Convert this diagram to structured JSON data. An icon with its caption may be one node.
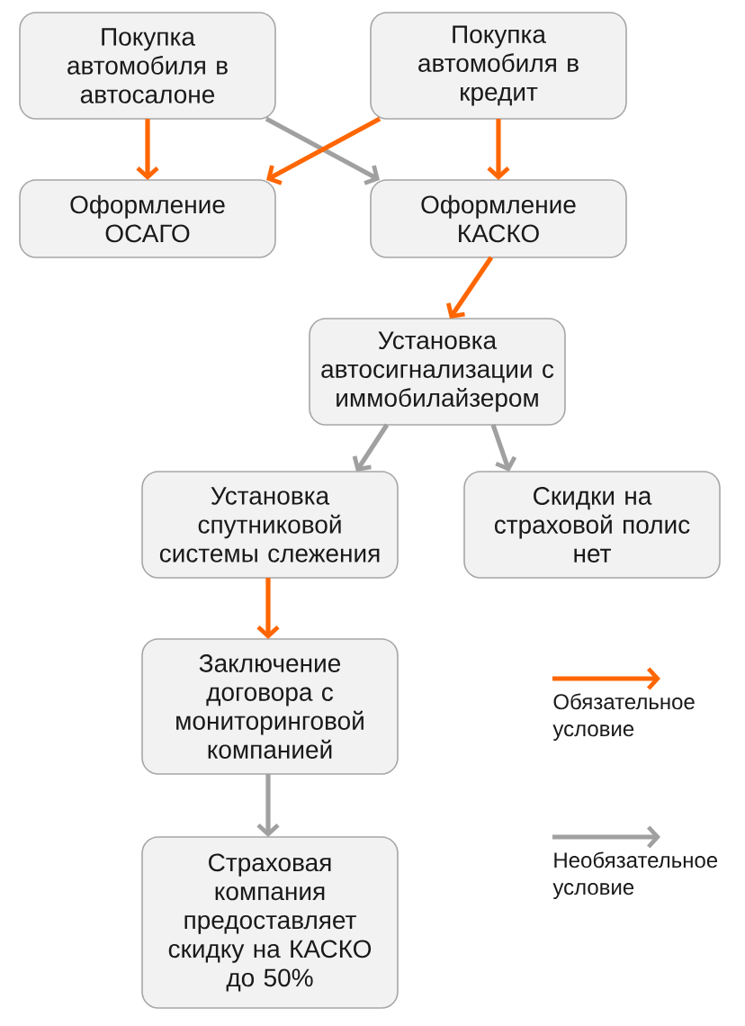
{
  "diagram": {
    "nodes": [
      {
        "text": [
          "Покупка автомобиля в автосалоне"
        ]
      },
      {
        "text": [
          "Покупка автомобиля в кредит"
        ]
      },
      {
        "text": [
          "Оформление ОСАГО"
        ]
      },
      {
        "text": [
          "Оформление КАСКО"
        ]
      },
      {
        "text": [
          "Установка автосигнализации с иммобилайзером"
        ]
      },
      {
        "text": [
          "Установка спутниковой системы слежения"
        ]
      },
      {
        "text": [
          "Скидки на страховой полис нет"
        ]
      },
      {
        "text": [
          "Заключение договора с мониторинговой компанией"
        ]
      },
      {
        "text": [
          "Страховая компания предоставляет скидку на КАСКО до 50%"
        ]
      }
    ],
    "edges": [
      {
        "from": 0,
        "to": 2,
        "arrow": "to"
      },
      {
        "from": 0,
        "to": 3,
        "arrow": "to",
        "color": "#a0a0a0"
      },
      {
        "from": 1,
        "to": 2,
        "arrow": "to"
      },
      {
        "from": 1,
        "to": 3,
        "arrow": "to"
      },
      {
        "from": 3,
        "to": 4,
        "arrow": "to"
      },
      {
        "from": 4,
        "to": 5,
        "arrow": "to",
        "color": "#a0a0a0"
      },
      {
        "from": 4,
        "to": 6,
        "arrow": "to",
        "color": "#a0a0a0"
      },
      {
        "from": 5,
        "to": 7,
        "arrow": "to"
      },
      {
        "from": 7,
        "to": 8,
        "arrow": "to",
        "color": "#a0a0a0"
      }
    ],
    "legend": [
      {
        "text": "Обязательное условие"
      },
      {
        "text": "Необязательное условие"
      }
    ]
  }
}
